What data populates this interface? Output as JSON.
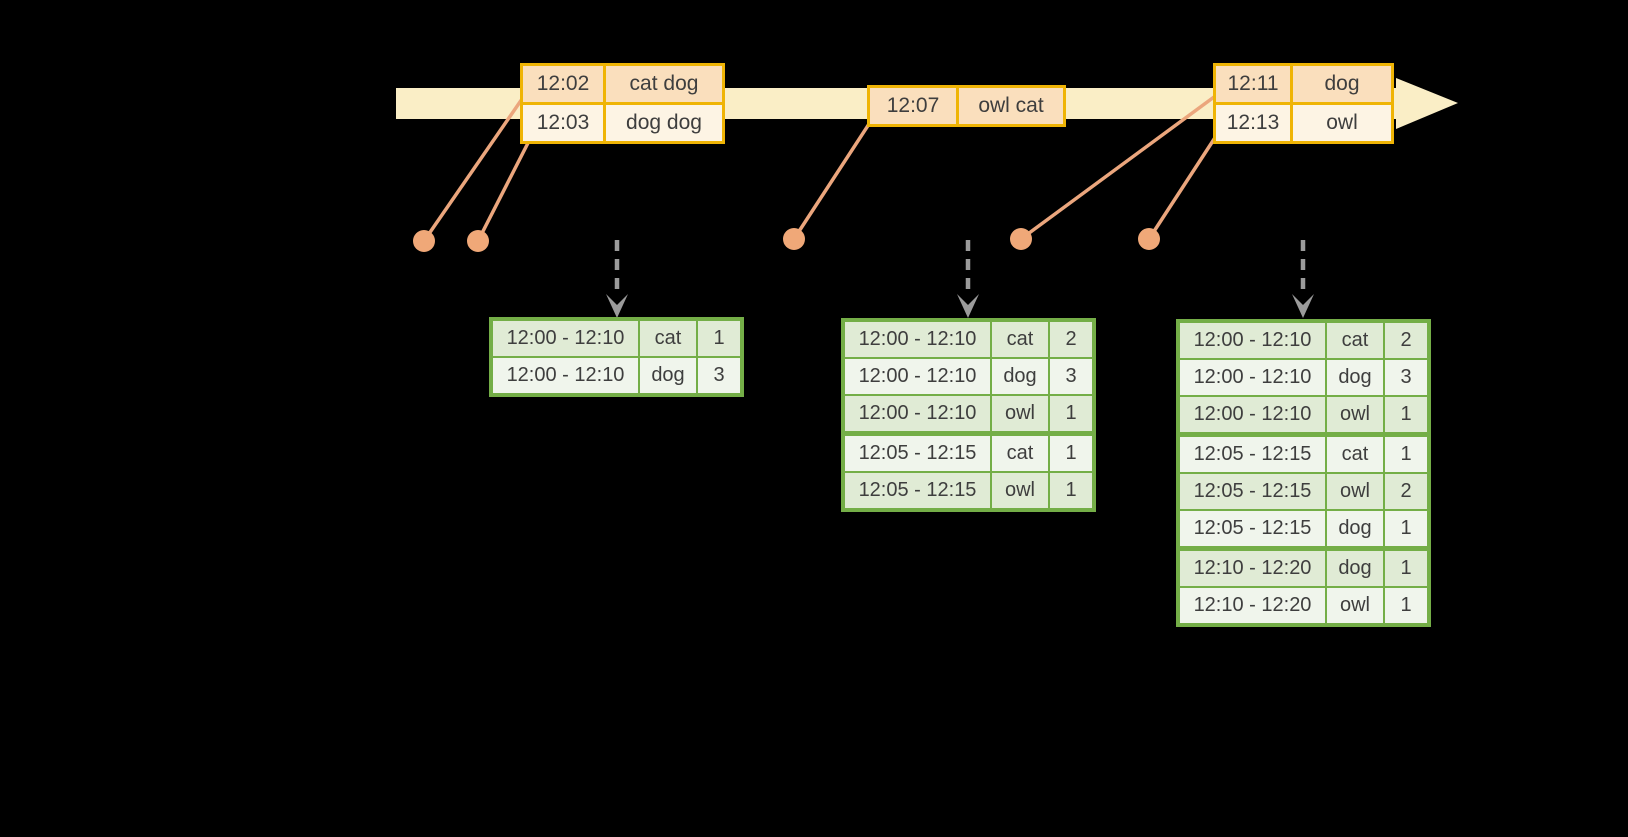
{
  "colors": {
    "background": "#000000",
    "timeline_fill": "#faeec6",
    "event_border": "#efb405",
    "event_row_dark": "#fadfbd",
    "event_row_light": "#fdf4e4",
    "connector_salmon": "#eba67d",
    "dot_salmon": "#f0a878",
    "trigger_arrow_gray": "#9b9b9b",
    "result_border": "#74ae47",
    "result_row_dark": "#e0ebd5",
    "result_row_light": "#f0f5ec",
    "text": "#3e3e3e"
  },
  "timeline": {
    "event_tables": [
      {
        "cell_names": [
          "event-time-cell",
          "event-words-cell"
        ],
        "rows": [
          {
            "cells": [
              "12:02",
              "cat dog"
            ]
          },
          {
            "cells": [
              "12:03",
              "dog dog"
            ]
          }
        ]
      },
      {
        "cell_names": [
          "event-time-cell",
          "event-words-cell"
        ],
        "rows": [
          {
            "cells": [
              "12:07",
              "owl cat"
            ]
          }
        ]
      },
      {
        "cell_names": [
          "event-time-cell",
          "event-words-cell"
        ],
        "rows": [
          {
            "cells": [
              "12:11",
              "dog"
            ]
          },
          {
            "cells": [
              "12:13",
              "owl"
            ]
          }
        ]
      }
    ]
  },
  "result_tables": [
    {
      "cell_names": [
        "window-cell",
        "word-cell",
        "count-cell"
      ],
      "rows": [
        {
          "cells": [
            "12:00 - 12:10",
            "cat",
            "1"
          ]
        },
        {
          "cells": [
            "12:00 - 12:10",
            "dog",
            "3"
          ]
        }
      ]
    },
    {
      "cell_names": [
        "window-cell",
        "word-cell",
        "count-cell"
      ],
      "rows": [
        {
          "cells": [
            "12:00 - 12:10",
            "cat",
            "2"
          ]
        },
        {
          "cells": [
            "12:00 - 12:10",
            "dog",
            "3"
          ]
        },
        {
          "cells": [
            "12:00 - 12:10",
            "owl",
            "1"
          ]
        },
        {
          "cells": [
            "12:05 - 12:15",
            "cat",
            "1"
          ],
          "gap": true
        },
        {
          "cells": [
            "12:05 - 12:15",
            "owl",
            "1"
          ]
        }
      ]
    },
    {
      "cell_names": [
        "window-cell",
        "word-cell",
        "count-cell"
      ],
      "rows": [
        {
          "cells": [
            "12:00 - 12:10",
            "cat",
            "2"
          ]
        },
        {
          "cells": [
            "12:00 - 12:10",
            "dog",
            "3"
          ]
        },
        {
          "cells": [
            "12:00 - 12:10",
            "owl",
            "1"
          ]
        },
        {
          "cells": [
            "12:05 - 12:15",
            "cat",
            "1"
          ],
          "gap": true
        },
        {
          "cells": [
            "12:05 - 12:15",
            "owl",
            "2"
          ]
        },
        {
          "cells": [
            "12:05 - 12:15",
            "dog",
            "1"
          ]
        },
        {
          "cells": [
            "12:10 - 12:20",
            "dog",
            "1"
          ],
          "gap": true
        },
        {
          "cells": [
            "12:10 - 12:20",
            "owl",
            "1"
          ]
        }
      ]
    }
  ]
}
